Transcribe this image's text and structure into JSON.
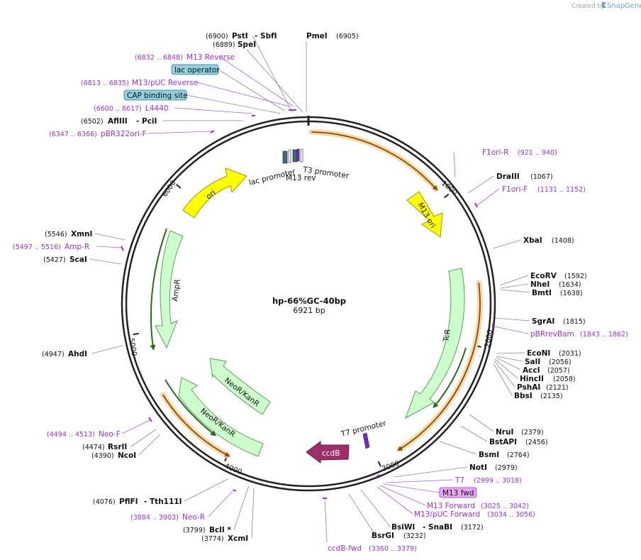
{
  "credit": {
    "prefix": "Created by",
    "brand": "SnapGene"
  },
  "plasmid": {
    "name": "hp-66%GC-40bp",
    "length_label": "6921 bp"
  },
  "ticks": [
    "1000",
    "2000",
    "3000",
    "4000",
    "5000",
    "6000"
  ],
  "features": {
    "m13_ori": "M13 ori",
    "ori": "ori",
    "ampr": "AmpR",
    "tcr": "TcR",
    "neokanr_inner": "NeoR/KanR",
    "neokanr_outer": "NeoR/KanR",
    "ccdb": "ccdB",
    "lac_promoter": "lac promoter",
    "t3_promoter": "T3 promoter",
    "m13_rev": "M13 rev",
    "t7_promoter": "T7 promoter",
    "lac_operator": "lac operator",
    "cap_site": "CAP binding site",
    "m13_fwd": "M13 fwd"
  },
  "enzymes": {
    "psti_pos": "(6900)",
    "psti": "PstI",
    "sbfi": "- SbfI",
    "pmei": "PmeI",
    "pmei_pos": "(6905)",
    "spei_pos": "(6889)",
    "spei": "SpeI",
    "afliii_pos": "(6502)",
    "afliii": "AflIII",
    "pcii": "- PciI",
    "xmni_pos": "(5546)",
    "xmni": "XmnI",
    "scai_pos": "(5427)",
    "scai": "ScaI",
    "ahdi_pos": "(4947)",
    "ahdi": "AhdI",
    "rsrii_pos": "(4474)",
    "rsrii": "RsrII",
    "ncoi_pos": "(4390)",
    "ncoi": "NcoI",
    "pflfi_pos": "(4076)",
    "pflfi": "PflFI",
    "tth111i": "- Tth111I",
    "bcli_pos": "(3799)",
    "bcli": "BclI *",
    "xcmi_pos": "(3774)",
    "xcmi": "XcmI",
    "draiii": "DraIII",
    "draiii_pos": "(1067)",
    "xbai": "XbaI",
    "xbai_pos": "(1408)",
    "ecorv": "EcoRV",
    "ecorv_pos": "(1592)",
    "nhei": "NheI",
    "nhei_pos": "(1634)",
    "bmti": "BmtI",
    "bmti_pos": "(1638)",
    "sgrai": "SgrAI",
    "sgrai_pos": "(1815)",
    "econi": "EcoNI",
    "econi_pos": "(2031)",
    "sali": "SalI",
    "sali_pos": "(2056)",
    "acci": "AccI",
    "acci_pos": "(2057)",
    "hincii": "HincII",
    "hincii_pos": "(2058)",
    "pshai": "PshAI",
    "pshai_pos": "(2121)",
    "bbsi": "BbsI",
    "bbsi_pos": "(2135)",
    "nrui": "NruI",
    "nrui_pos": "(2379)",
    "bstapi": "BstAPI",
    "bstapi_pos": "(2456)",
    "bsmi": "BsmI",
    "bsmi_pos": "(2764)",
    "noti": "NotI",
    "noti_pos": "(2979)",
    "bsiwi": "BsiWI",
    "snabi": "- SnaBI",
    "bsiwi_pos": "(3172)",
    "bsrgi": "BsrGI",
    "bsrgi_pos": "(3232)"
  },
  "primers": {
    "m13rev_pos": "(6832 .. 6848)",
    "m13rev": "M13 Reverse",
    "m13puc_rev_pos": "(6813 .. 6835)",
    "m13puc_rev": "M13/pUC Reverse",
    "l4440_pos": "(6600 .. 6617)",
    "l4440": "L4440",
    "pbr322_pos": "(6347 .. 6366)",
    "pbr322": "pBR322ori-F",
    "ampr_pos": "(5497 .. 5516)",
    "ampr": "Amp-R",
    "neof_pos": "(4494 .. 4513)",
    "neof": "Neo-F",
    "neor_pos": "(3884 .. 3903)",
    "neor": "Neo-R",
    "ccdbfwd": "ccdB-fwd",
    "ccdbfwd_pos": "(3360 .. 3379)",
    "f1orir": "F1ori-R",
    "f1orir_pos": "(921 .. 940)",
    "f1orif": "F1ori-F",
    "f1orif_pos": "(1131 .. 1152)",
    "pbrrevbam": "pBRrevBam",
    "pbrrevbam_pos": "(1843 .. 1862)",
    "t7": "T7",
    "t7_pos": "(2999 .. 3018)",
    "m13fwd": "M13 Forward",
    "m13fwd_pos": "(3025 .. 3042)",
    "m13puc_fwd": "M13/pUC Forward",
    "m13puc_fwd_pos": "(3034 .. 3056)"
  }
}
